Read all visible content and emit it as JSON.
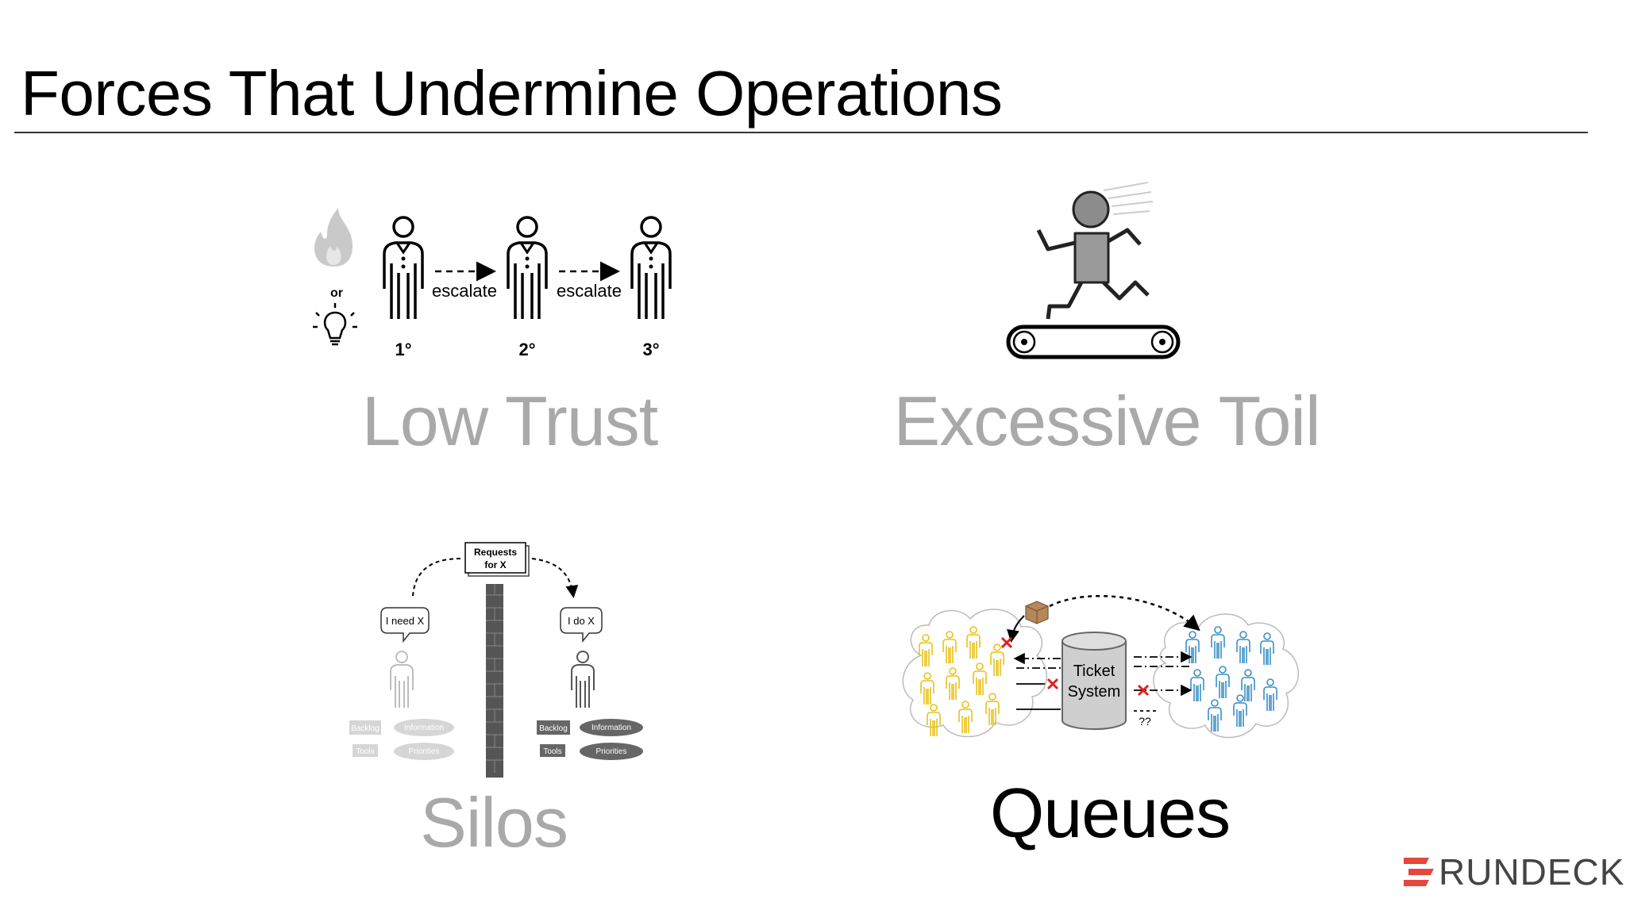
{
  "slide": {
    "title": "Forces That Undermine Operations"
  },
  "quadrants": {
    "low_trust": {
      "label": "Low Trust",
      "or_text": "or",
      "escalate_1": "escalate",
      "escalate_2": "escalate",
      "levels": [
        "1°",
        "2°",
        "3°"
      ]
    },
    "excessive_toil": {
      "label": "Excessive Toil"
    },
    "silos": {
      "label": "Silos",
      "requests_line1": "Requests",
      "requests_line2": "for X",
      "i_need": "I need X",
      "i_do": "I do X",
      "left_tags": [
        "Backlog",
        "Information",
        "Tools",
        "Priorities"
      ],
      "right_tags": [
        "Backlog",
        "Information",
        "Tools",
        "Priorities"
      ]
    },
    "queues": {
      "label": "Queues",
      "ticket_line1": "Ticket",
      "ticket_line2": "System",
      "question_marks": "??"
    }
  },
  "brand": {
    "name": "RUNDECK",
    "accent": "#e4473e"
  },
  "colors": {
    "dim_label": "#a9a9a9",
    "team_left": "#e8c21a",
    "team_right": "#3a8fc4"
  }
}
